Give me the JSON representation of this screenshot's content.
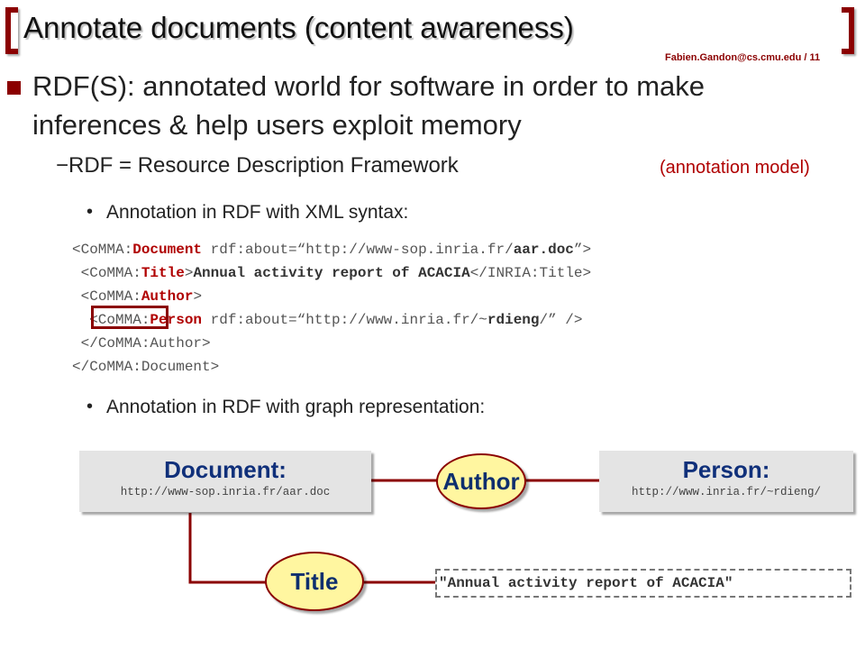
{
  "header": {
    "title": "Annotate documents (content awareness)",
    "slide_ref": "Fabien.Gandon@cs.cmu.edu  / 11"
  },
  "bullets": {
    "main": "RDF(S): annotated world for software in order to make inferences & help users exploit memory",
    "sub_dash": "−RDF = Resource Description Framework",
    "sub_note": "(annotation model)",
    "item_xml": "Annotation in RDF with XML syntax:",
    "item_graph": "Annotation in RDF with graph representation:"
  },
  "code": {
    "l1_a": "<CoMMA:",
    "l1_b": "Document",
    "l1_c": " rdf:about=“http://www-sop.inria.fr/",
    "l1_d": "aar.doc",
    "l1_e": "”>",
    "l2_a": "<CoMMA:",
    "l2_b": "Title",
    "l2_c": ">",
    "l2_d": "Annual activity report of ACACIA",
    "l2_e": "</INRIA:Title>",
    "l3_a": "<CoMMA:",
    "l3_b": "Author",
    "l3_c": ">",
    "l4_a": "<CoMMA:",
    "l4_b": "Person",
    "l4_c": " rdf:about=“http://www.inria.fr/~",
    "l4_d": "rdieng",
    "l4_e": "/” />",
    "l5": "</CoMMA:Author>",
    "l6": "</CoMMA:Document>"
  },
  "graph": {
    "document_title": "Document:",
    "document_url": "http://www-sop.inria.fr/aar.doc",
    "person_title": "Person:",
    "person_url": "http://www.inria.fr/~rdieng/",
    "author_label": "Author",
    "title_label": "Title",
    "literal": "\"Annual activity report of ACACIA\""
  },
  "colors": {
    "accent": "#8b0000",
    "node_title": "#10307a",
    "ellipse_fill": "#fff6a0"
  }
}
